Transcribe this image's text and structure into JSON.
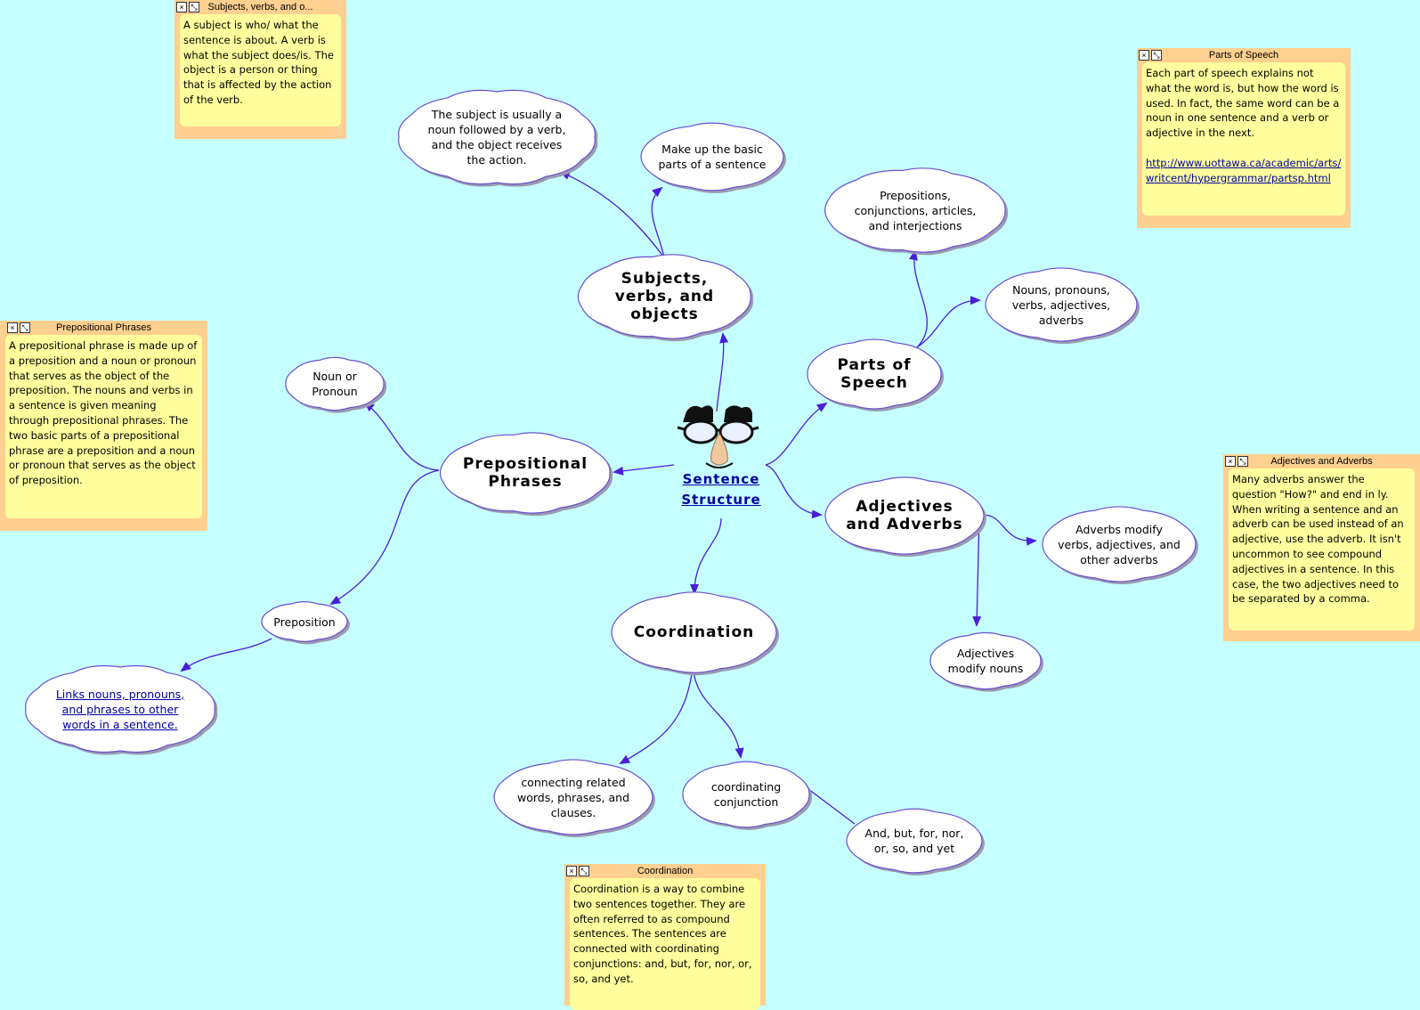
{
  "center": {
    "label_line1": "Sentence ",
    "label_line2": "Structure"
  },
  "nodes": {
    "subjects": "Subjects, verbs, and objects",
    "parts": "Parts of Speech",
    "prepositional": "Prepositional Phrases",
    "adjectives": "Adjectives and Adverbs",
    "coordination": "Coordination",
    "subject_usually": "The subject is usually a noun followed by a verb, and the object receives the action.",
    "make_up": "Make up the basic parts of a sentence",
    "prepositions_list": "Prepositions, conjunctions, articles, and interjections",
    "nouns_list": "Nouns, pronouns, verbs, adjectives, adverbs",
    "noun_or_pronoun": "Noun or Pronoun",
    "preposition": "Preposition",
    "links_nouns": "Links nouns, pronouns, and phrases to other words in a sentence. ",
    "adverbs_modify": "Adverbs modify verbs, adjectives, and other adverbs",
    "adjectives_modify": "Adjectives modify nouns",
    "connecting": "connecting related words, phrases, and clauses.",
    "coordinating_conj": "coordinating conjunction",
    "and_but": "And, but, for, nor, or, so, and yet"
  },
  "notes": {
    "subjects": {
      "title": "Subjects, verbs, and o...",
      "body": "A subject is who/ what the sentence is about. A verb is what the subject does/is. The object is a person or thing that is affected by the action of the verb."
    },
    "parts": {
      "title": "Parts of Speech",
      "body": "Each part of speech explains not what the word is, but how the word is used. In fact, the same word can be a noun in one sentence and a verb or adjective in the next.",
      "link": "http://www.uottawa.ca/academic/arts/writcent/hypergrammar/partsp.html"
    },
    "prepositional": {
      "title": "Prepositional Phrases",
      "body": "A prepositional phrase is made up of a preposition and a noun or pronoun that serves as the object of the preposition. The nouns and verbs in a sentence is given meaning through prepositional phrases. The two basic parts of a prepositional phrase are a preposition and a noun or pronoun that serves as the object of preposition."
    },
    "adjectives": {
      "title": "Adjectives and Adverbs",
      "body": "Many adverbs answer the question \"How?\" and end in ly. When writing a sentence and an adverb can be used instead of an adjective, use the adverb. It isn't uncommon to see compound adjectives in a sentence. In this case, the two adjectives need to be separated by a comma."
    },
    "coordination": {
      "title": "Coordination",
      "body": "Coordination is a way to combine two sentences together. They are often referred to as compound sentences. The sentences are connected with coordinating conjunctions: and, but, for, nor, or, so, and yet."
    }
  },
  "note_buttons": {
    "close": "×",
    "resize": "⤡"
  },
  "colors": {
    "background": "#c6ffff",
    "connector": "#4a1fd6",
    "cloud_fill": "#ffffff",
    "cloud_outline": "#6a4fd0",
    "cloud_shadow": "#9a9ab0",
    "note_frame": "#ffd08f",
    "note_body": "#ffff9e",
    "link": "#0000a0"
  },
  "icons": {
    "center": "funny-glasses-disguise-icon"
  }
}
